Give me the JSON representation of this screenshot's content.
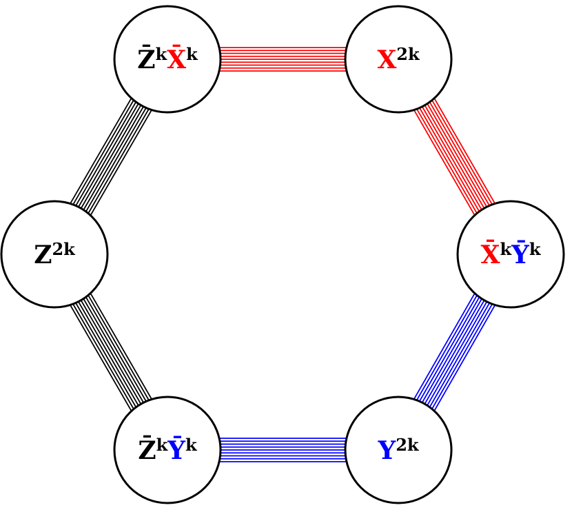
{
  "colors": {
    "black": "#000000",
    "red": "#ff0000",
    "blue": "#0000ff"
  },
  "nodes": [
    {
      "id": "zbar-xbar",
      "parts": [
        {
          "base": "Z",
          "bar": true,
          "exp": "k",
          "color": "#000000"
        },
        {
          "base": "X",
          "bar": true,
          "exp": "k",
          "color": "#ff0000"
        }
      ]
    },
    {
      "id": "x2k",
      "parts": [
        {
          "base": "X",
          "bar": false,
          "exp": "2k",
          "color": "#ff0000"
        }
      ]
    },
    {
      "id": "xbar-ybar",
      "parts": [
        {
          "base": "X",
          "bar": true,
          "exp": "k",
          "color": "#ff0000"
        },
        {
          "base": "Y",
          "bar": true,
          "exp": "k",
          "color": "#0000ff"
        }
      ]
    },
    {
      "id": "y2k",
      "parts": [
        {
          "base": "Y",
          "bar": false,
          "exp": "2k",
          "color": "#0000ff"
        }
      ]
    },
    {
      "id": "zbar-ybar",
      "parts": [
        {
          "base": "Z",
          "bar": true,
          "exp": "k",
          "color": "#000000"
        },
        {
          "base": "Y",
          "bar": true,
          "exp": "k",
          "color": "#0000ff"
        }
      ]
    },
    {
      "id": "z2k",
      "parts": [
        {
          "base": "Z",
          "bar": false,
          "exp": "2k",
          "color": "#000000"
        }
      ]
    }
  ],
  "edges": [
    {
      "from": "zbar-xbar",
      "to": "x2k",
      "color": "#ff0000"
    },
    {
      "from": "x2k",
      "to": "xbar-ybar",
      "color": "#ff0000"
    },
    {
      "from": "xbar-ybar",
      "to": "y2k",
      "color": "#0000ff"
    },
    {
      "from": "y2k",
      "to": "zbar-ybar",
      "color": "#0000ff"
    },
    {
      "from": "zbar-ybar",
      "to": "z2k",
      "color": "#000000"
    },
    {
      "from": "z2k",
      "to": "zbar-xbar",
      "color": "#000000"
    }
  ],
  "lines_per_edge": 9
}
